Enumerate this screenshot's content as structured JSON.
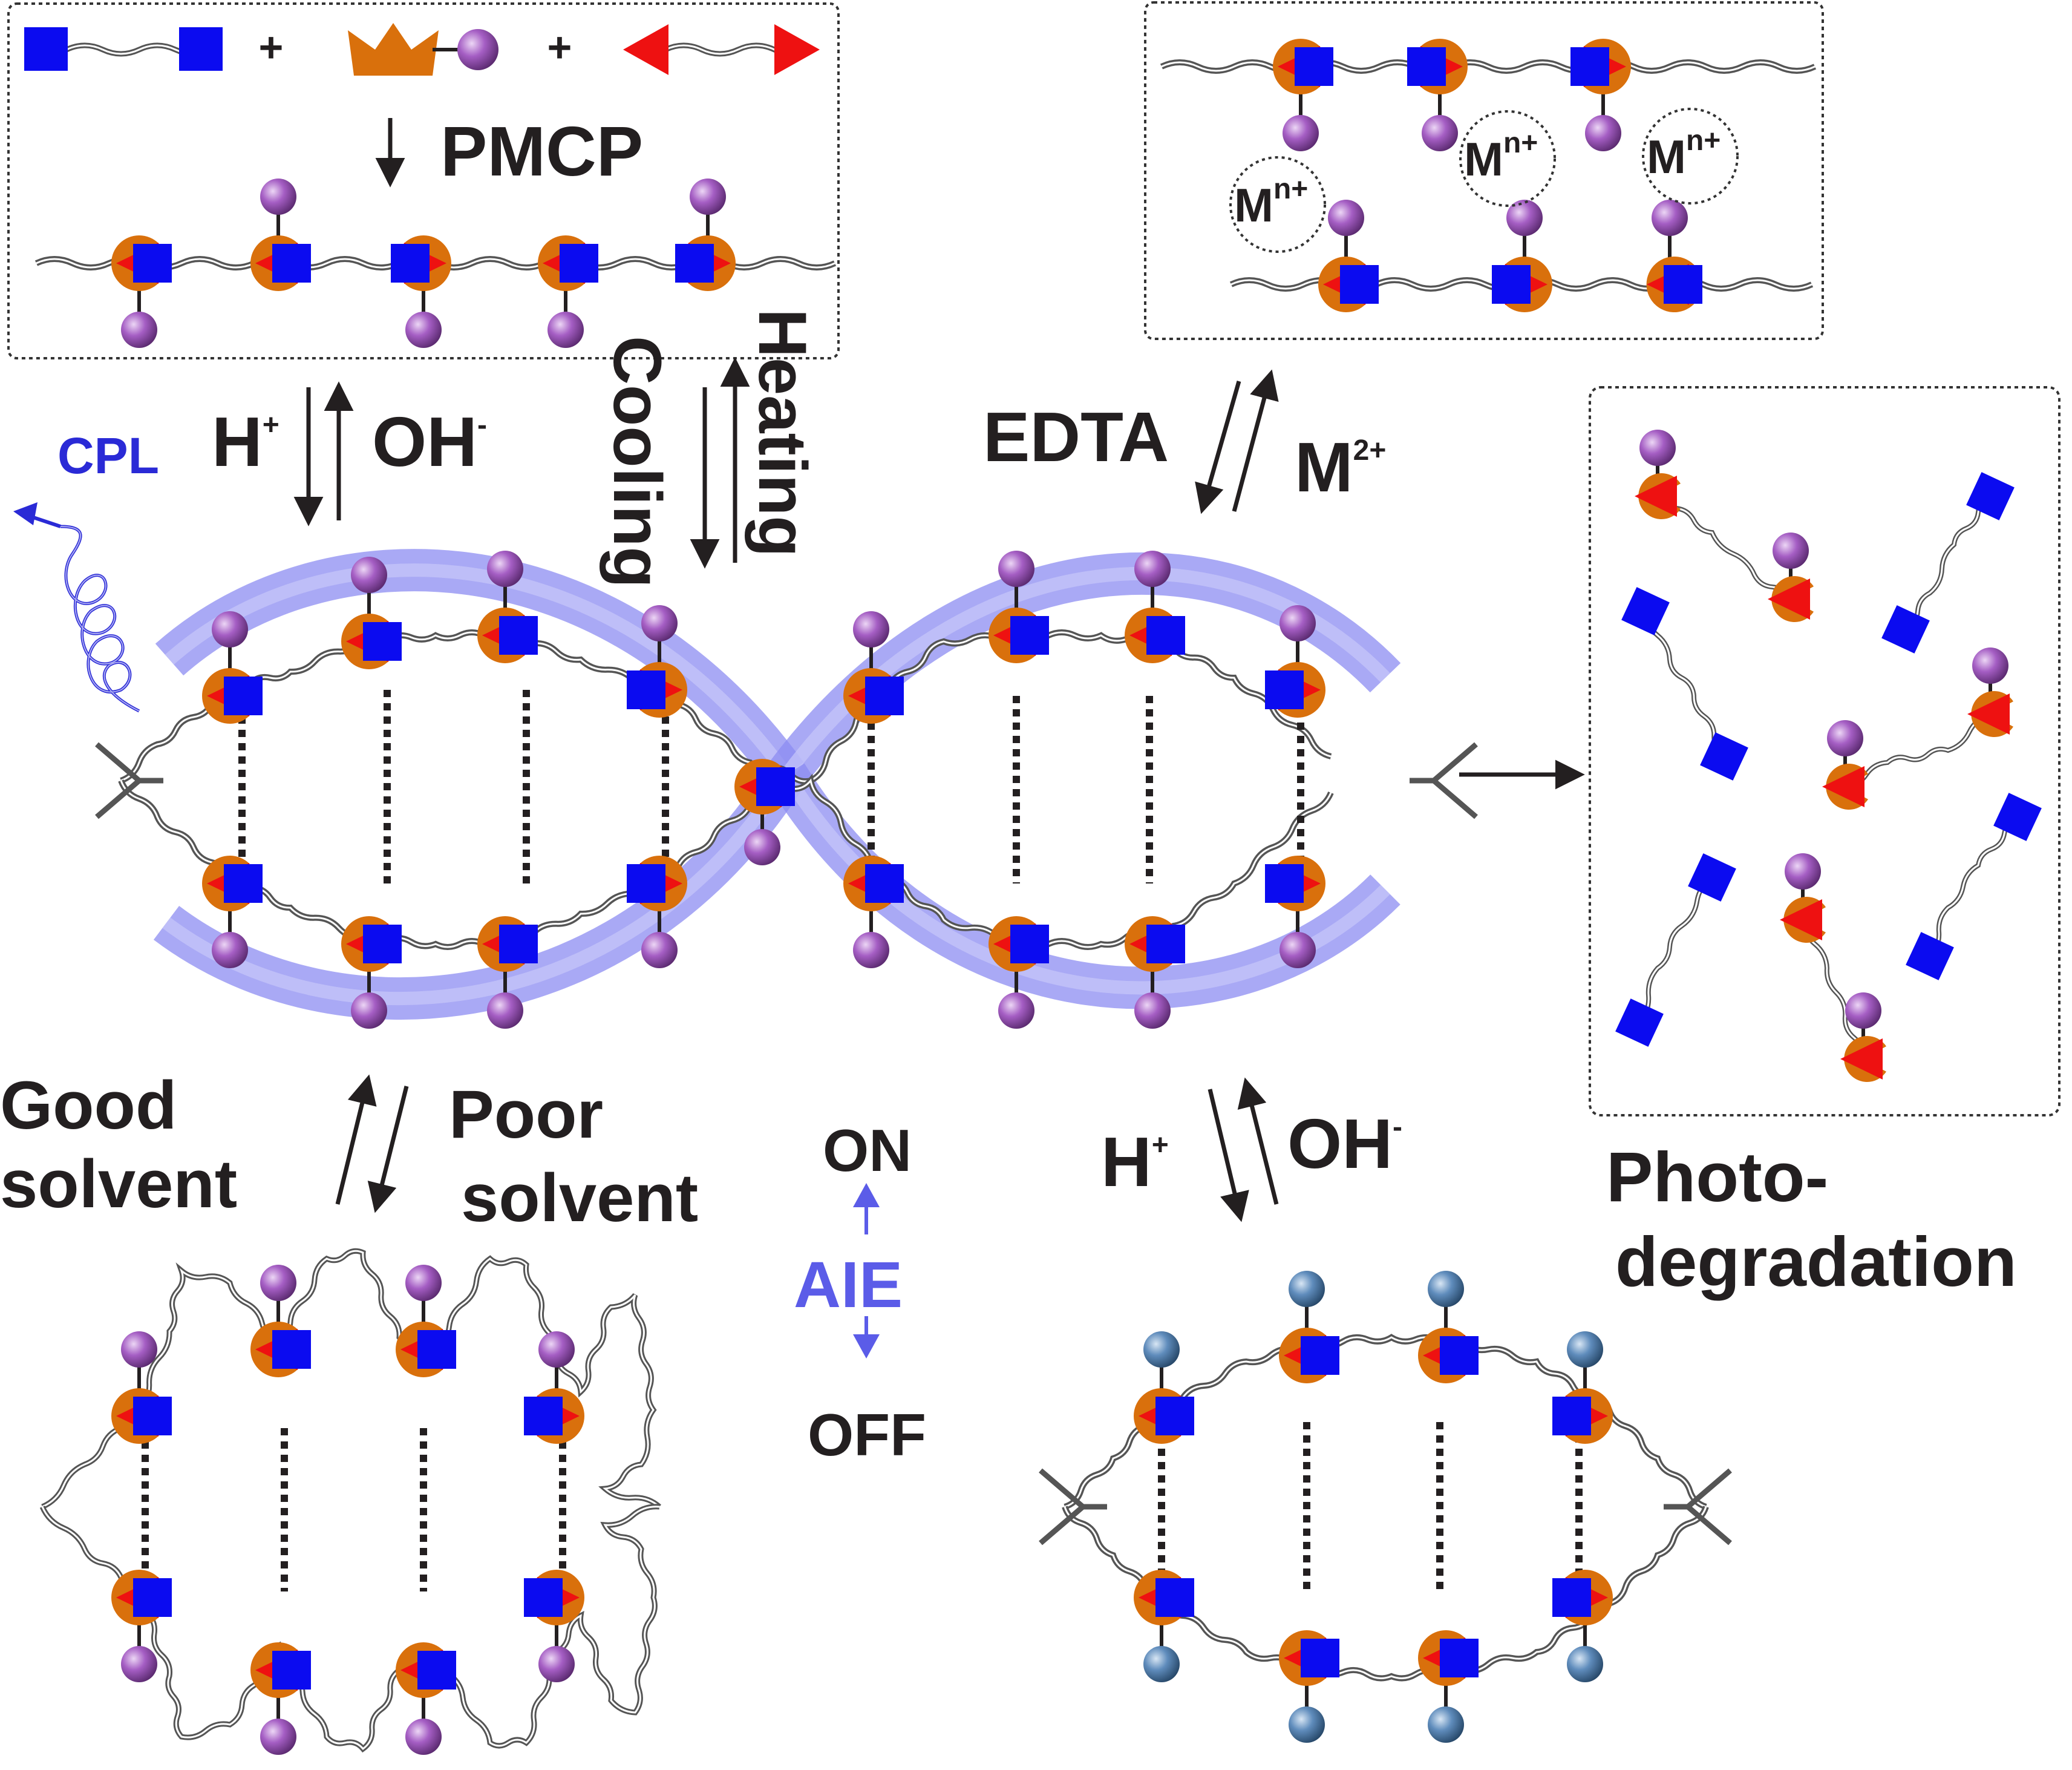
{
  "labels": {
    "plus": "+",
    "pmcp": "PMCP",
    "h_plus": "H",
    "plus_sup": "+",
    "oh_minus": "OH",
    "minus_sup": "-",
    "cpl": "CPL",
    "cooling": "Cooling",
    "heating": "Heating",
    "edta": "EDTA",
    "m2": "M",
    "m2_sup": "2+",
    "mn": "M",
    "mn_sup": "n+",
    "good": "Good",
    "solvent": "solvent",
    "poor": "Poor",
    "on": "ON",
    "aie": "AIE",
    "off": "OFF",
    "photo": "Photo-",
    "degradation": "degradation"
  },
  "icons": {
    "square": "blue-square-monomer-icon",
    "triangle": "red-triangle-monomer-icon",
    "pacman": "orange-macrocycle-icon",
    "sphere": "purple-sphere-icon",
    "sphere_alt": "steel-blue-sphere-icon",
    "chain": "wavy-chain-icon",
    "spiral": "cpl-spiral-icon"
  },
  "colors": {
    "square": "#0b0bf0",
    "triangle": "#ee1111",
    "macrocycle": "#d9700c",
    "sphere": "#9b50b8",
    "sphere_alt": "#5a84b0",
    "tube": "#8c8cf2",
    "cpl": "#2a2ad6",
    "aie": "#5b5ce8",
    "text": "#231f20"
  }
}
